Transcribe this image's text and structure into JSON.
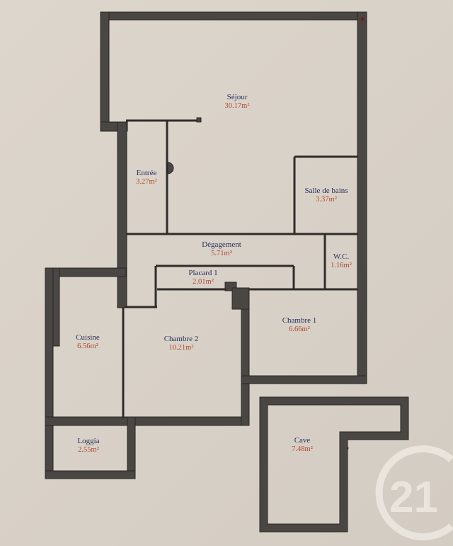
{
  "plan": {
    "wall_color": "#4a4643",
    "floor_color": "#dcd5cb",
    "name_color": "#2b2f5e",
    "area_color": "#b2482e",
    "area_unit": "m²"
  },
  "rooms": [
    {
      "id": "sejour",
      "name": "Séjour",
      "area": "30.17m²"
    },
    {
      "id": "entree",
      "name": "Entrée",
      "area": "3.27m²"
    },
    {
      "id": "salle-de-bains",
      "name": "Salle de bains",
      "area": "3.37m²"
    },
    {
      "id": "degagement",
      "name": "Dégagement",
      "area": "5.71m²"
    },
    {
      "id": "wc",
      "name": "W.C.",
      "area": "1.16m²"
    },
    {
      "id": "placard-1",
      "name": "Placard 1",
      "area": "2.01m²"
    },
    {
      "id": "cuisine",
      "name": "Cuisine",
      "area": "6.56m²"
    },
    {
      "id": "chambre-2",
      "name": "Chambre 2",
      "area": "10.21m²"
    },
    {
      "id": "chambre-1",
      "name": "Chambre 1",
      "area": "6.66m²"
    },
    {
      "id": "loggia",
      "name": "Loggia",
      "area": "2.55m²"
    },
    {
      "id": "cave",
      "name": "Cave",
      "area": "7.48m²"
    }
  ],
  "watermark": {
    "brand": "Century 21",
    "text": "21",
    "icon": "century21-logo-icon"
  }
}
